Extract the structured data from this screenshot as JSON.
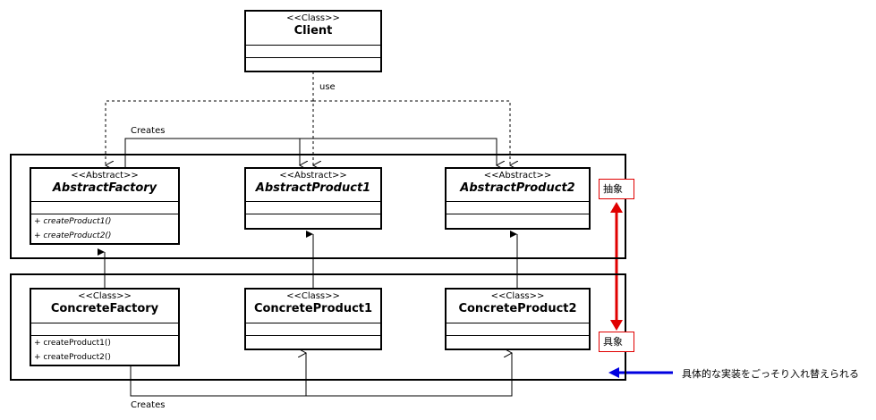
{
  "client": {
    "stereotype": "<<Class>>",
    "name": "Client"
  },
  "abstract_layer": {
    "factory": {
      "stereotype": "<<Abstract>>",
      "name": "AbstractFactory",
      "operations": [
        "+ createProduct1()",
        "+ createProduct2()"
      ]
    },
    "product1": {
      "stereotype": "<<Abstract>>",
      "name": "AbstractProduct1"
    },
    "product2": {
      "stereotype": "<<Abstract>>",
      "name": "AbstractProduct2"
    }
  },
  "concrete_layer": {
    "factory": {
      "stereotype": "<<Class>>",
      "name": "ConcreteFactory",
      "operations": [
        "+ createProduct1()",
        "+ createProduct2()"
      ]
    },
    "product1": {
      "stereotype": "<<Class>>",
      "name": "ConcreteProduct1"
    },
    "product2": {
      "stereotype": "<<Class>>",
      "name": "ConcreteProduct2"
    }
  },
  "labels": {
    "use": "use",
    "creates_top": "Creates",
    "creates_bottom": "Creates",
    "abstract_tag": "抽象",
    "concrete_tag": "具象",
    "note": "具体的な実装をごっそり入れ替えられる"
  },
  "colors": {
    "line": "#000000",
    "red_arrow": "#e00000",
    "blue_arrow": "#0000e0"
  }
}
